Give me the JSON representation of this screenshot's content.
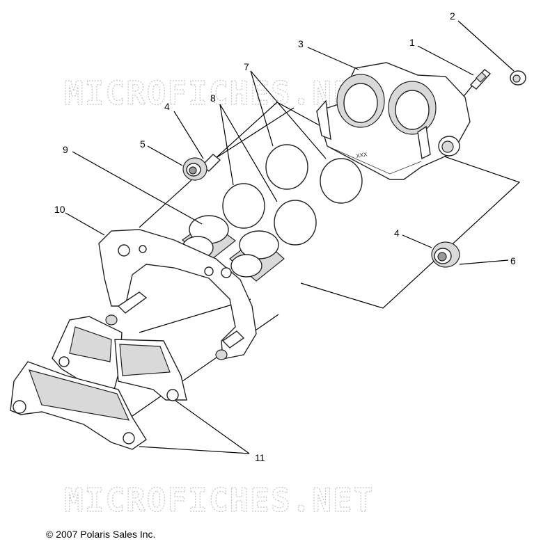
{
  "watermark": "MICROFICHES.NET",
  "copyright": "© 2007 Polaris Sales Inc.",
  "caliper_stamp": "XXX",
  "callouts": {
    "c1": "1",
    "c2": "2",
    "c3": "3",
    "c4a": "4",
    "c4b": "4",
    "c5": "5",
    "c6": "6",
    "c7": "7",
    "c8": "8",
    "c9": "9",
    "c10": "10",
    "c11": "11"
  }
}
